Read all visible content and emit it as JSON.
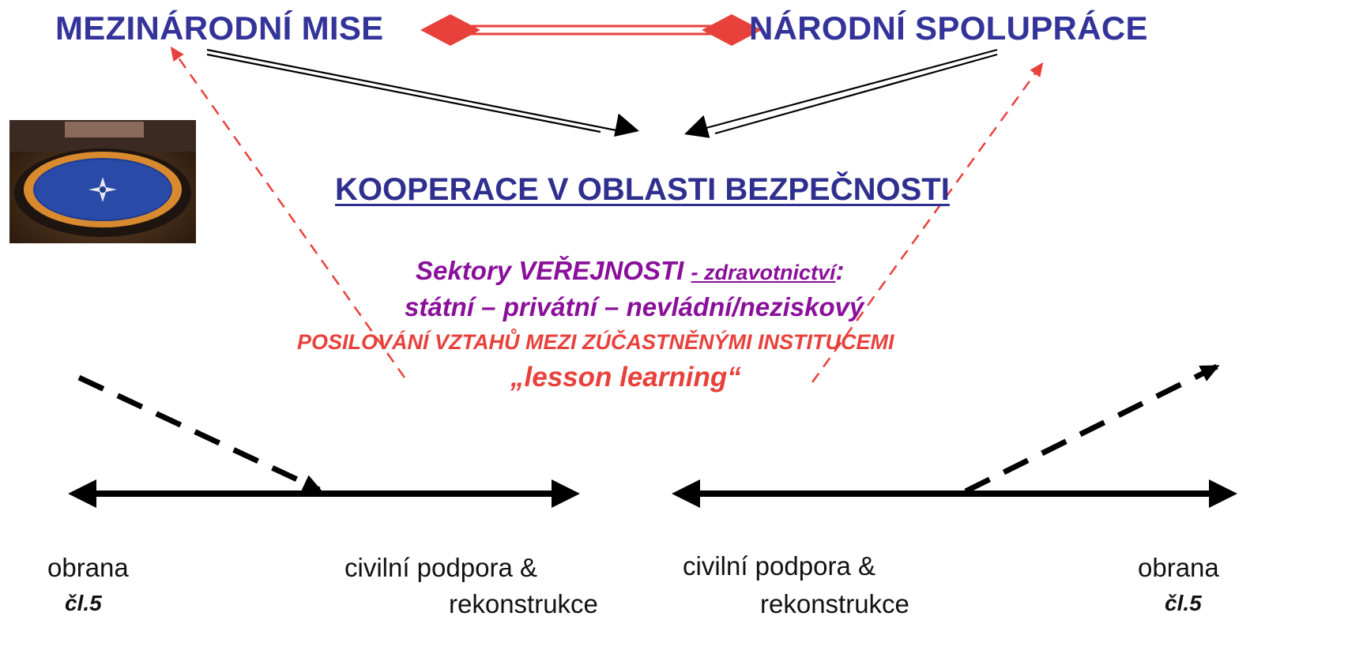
{
  "top": {
    "left_title": "MEZINÁRODNÍ MISE",
    "right_title": "NÁRODNÍ SPOLUPRÁCE"
  },
  "center": {
    "title": "KOOPERACE V OBLASTI BEZPEČNOSTI",
    "sectors_prefix": "Sektory  VEŘEJNOSTI ",
    "sectors_link": "- zdravotnictví",
    "sectors_suffix": ":",
    "sectors_line2": "státní – privátní – nevládní/neziskový",
    "strengthening": "POSILOVÁNÍ VZTAHŮ MEZI ZÚČASTNĚNÝMI INSTITUCEMI",
    "lesson": "„lesson learning“"
  },
  "left_axis": {
    "left_label": "obrana",
    "left_sub": "čl.5",
    "right_label_1": "civilní  podpora &",
    "right_label_2": "rekonstrukce"
  },
  "right_axis": {
    "left_label_1": "civilní  podpora &",
    "left_label_2": "rekonstrukce",
    "right_label": "obrana",
    "right_sub": "čl.5"
  },
  "colors": {
    "header_blue": "#33339a",
    "purple": "#8a0f9a",
    "red": "#e8413c",
    "dashed_red": "#e8413c",
    "black": "#000000"
  },
  "image": {
    "icon": "nato-summit-photo"
  }
}
